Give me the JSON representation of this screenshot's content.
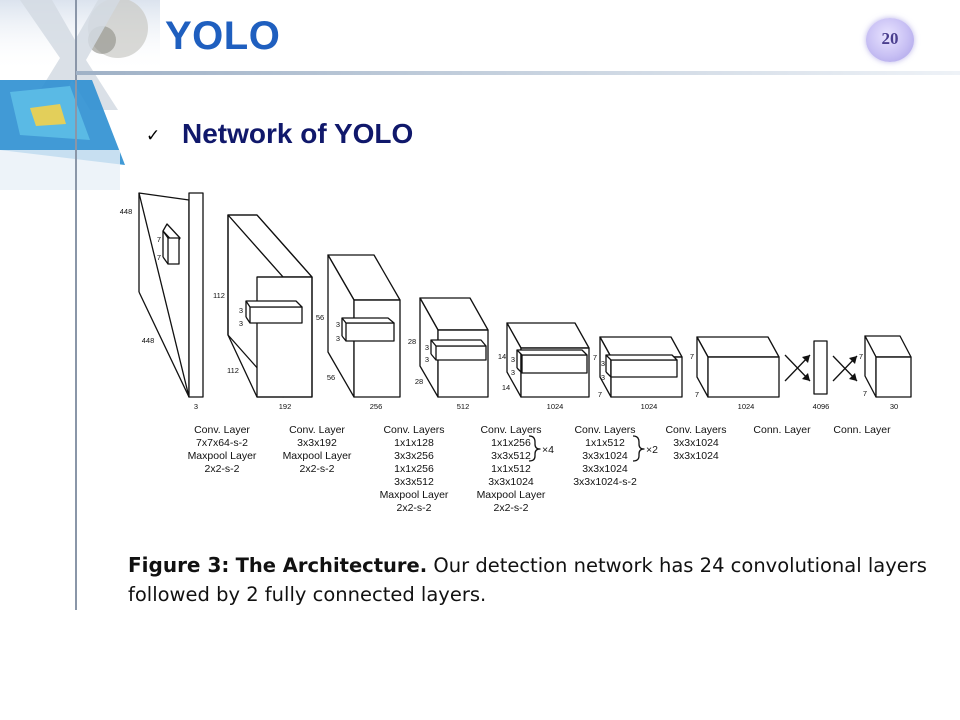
{
  "slide": {
    "title": "YOLO",
    "page_number": "20",
    "subtitle": "Network of YOLO",
    "colors": {
      "title": "#1f5fbf",
      "subtitle": "#10186b",
      "divider": "#8a96a8"
    }
  },
  "diagram": {
    "input": {
      "size_top": "448",
      "size_side": "448",
      "depth": "3",
      "kernel_a": "7",
      "kernel_b": "7"
    },
    "blocks": [
      {
        "side_a": "112",
        "side_b": "112",
        "kernel_a": "3",
        "kernel_b": "3",
        "depth": "192"
      },
      {
        "side_a": "56",
        "side_b": "56",
        "kernel_a": "3",
        "kernel_b": "3",
        "depth": "256"
      },
      {
        "side_a": "28",
        "side_b": "28",
        "kernel_a": "3",
        "kernel_b": "3",
        "depth": "512"
      },
      {
        "side_a": "14",
        "side_b": "14",
        "kernel_a": "3",
        "kernel_b": "3",
        "depth": "1024"
      },
      {
        "side_a": "7",
        "side_b": "7",
        "kernel_a": "3",
        "kernel_b": "3",
        "depth": "1024"
      },
      {
        "side_a": "7",
        "side_b": "7",
        "depth": "1024"
      }
    ],
    "fc": {
      "size": "4096"
    },
    "output": {
      "side_a": "7",
      "side_b": "7",
      "depth": "30"
    },
    "layers": [
      {
        "name": "conv-layer-1",
        "lines": [
          "Conv. Layer",
          "7x7x64-s-2",
          "Maxpool Layer",
          "2x2-s-2"
        ]
      },
      {
        "name": "conv-layer-2",
        "lines": [
          "Conv. Layer",
          "3x3x192",
          "Maxpool Layer",
          "2x2-s-2"
        ]
      },
      {
        "name": "conv-layers-3",
        "lines": [
          "Conv. Layers",
          "1x1x128",
          "3x3x256",
          "1x1x256",
          "3x3x512",
          "Maxpool Layer",
          "2x2-s-2"
        ]
      },
      {
        "name": "conv-layers-4",
        "lines": [
          "Conv. Layers",
          "1x1x256",
          "3x3x512",
          "1x1x512",
          "3x3x1024",
          "Maxpool Layer",
          "2x2-s-2"
        ],
        "repeat": "×4"
      },
      {
        "name": "conv-layers-5",
        "lines": [
          "Conv. Layers",
          "1x1x512",
          "3x3x1024",
          "3x3x1024",
          "3x3x1024-s-2"
        ],
        "repeat": "×2"
      },
      {
        "name": "conv-layers-6",
        "lines": [
          "Conv. Layers",
          "3x3x1024",
          "3x3x1024"
        ]
      },
      {
        "name": "conn-layer-1",
        "lines": [
          "Conn. Layer"
        ]
      },
      {
        "name": "conn-layer-2",
        "lines": [
          "Conn. Layer"
        ]
      }
    ]
  },
  "caption": {
    "label": "Figure 3:",
    "title": "The Architecture.",
    "text": "Our detection network has 24 convolutional layers followed by 2 fully connected layers."
  }
}
